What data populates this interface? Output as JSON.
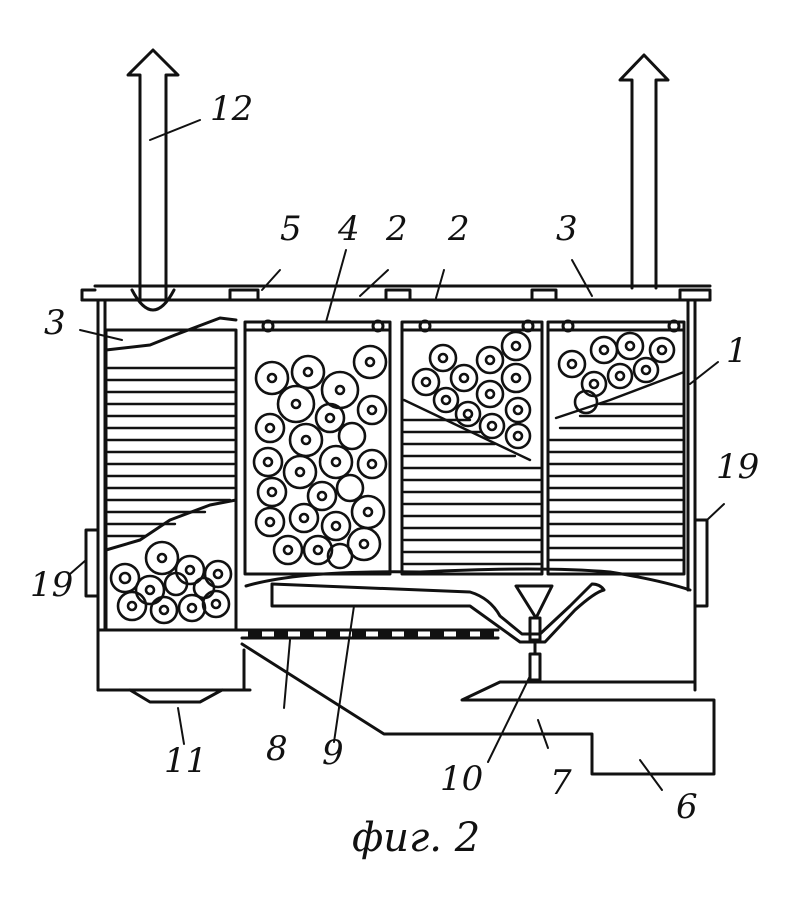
{
  "labels": {
    "l12": "12",
    "l3_left": "3",
    "l5": "5",
    "l4": "4",
    "l2_a": "2",
    "l2_b": "2",
    "l3_right": "3",
    "l1": "1",
    "l19_right": "19",
    "l19_left": "19",
    "l11": "11",
    "l8": "8",
    "l9": "9",
    "l10": "10",
    "l7": "7",
    "l6": "6"
  },
  "caption": "фиг. 2"
}
